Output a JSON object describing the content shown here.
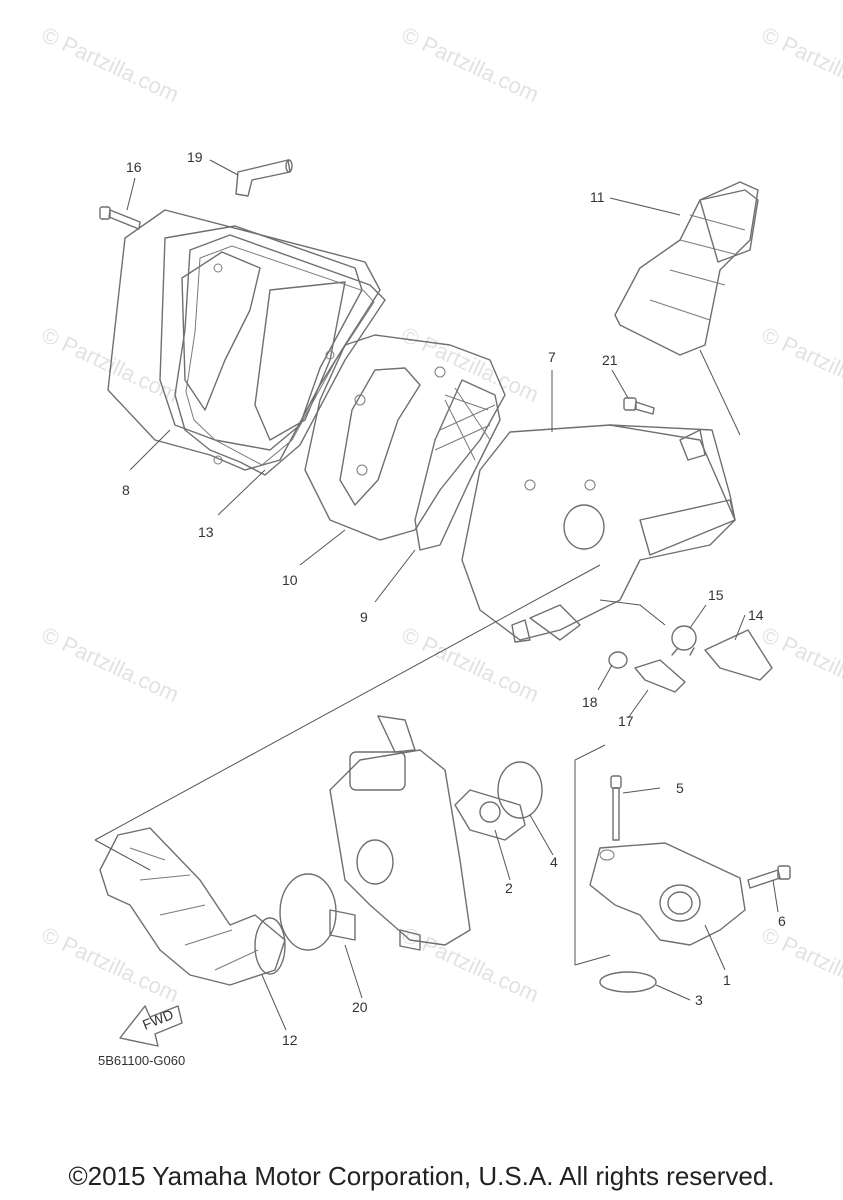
{
  "diagram": {
    "watermark_text": "© Partzilla.com",
    "part_numbers": [
      "1",
      "2",
      "3",
      "4",
      "5",
      "6",
      "7",
      "8",
      "9",
      "10",
      "11",
      "12",
      "13",
      "14",
      "15",
      "16",
      "17",
      "18",
      "19",
      "20",
      "21"
    ],
    "fwd_label": "FWD",
    "code": "5B61100-G060",
    "copyright": "©2015 Yamaha Motor Corporation, U.S.A. All rights reserved."
  }
}
